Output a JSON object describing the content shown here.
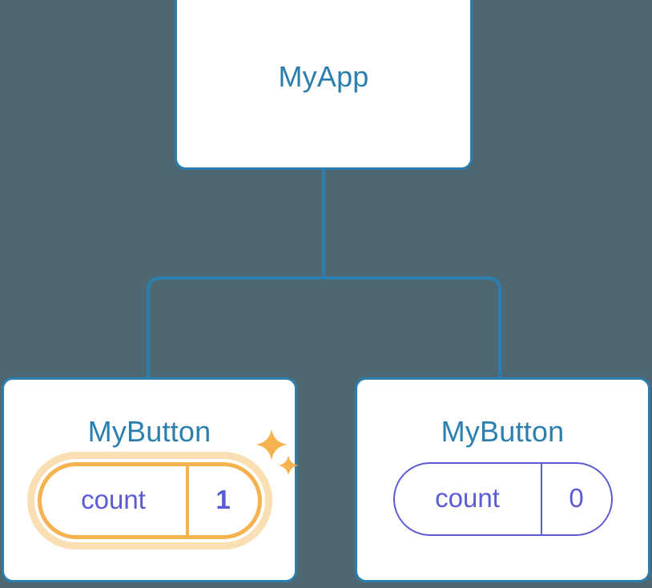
{
  "diagram": {
    "type": "component-tree",
    "background_color": "#4d6773",
    "node_border_color": "#2b7fae",
    "node_title_color": "#2b7fae",
    "state_color": "#5b5bd6",
    "highlight_color": "#f5b24e",
    "highlight_glow_color": "#fbdfb4",
    "connector_color": "#2b7fae"
  },
  "root": {
    "title": "MyApp"
  },
  "children": [
    {
      "title": "MyButton",
      "state": {
        "key": "count",
        "value": "1"
      },
      "highlighted": true,
      "sparkles": [
        {
          "name": "sparkle-large"
        },
        {
          "name": "sparkle-small"
        }
      ]
    },
    {
      "title": "MyButton",
      "state": {
        "key": "count",
        "value": "0"
      },
      "highlighted": false
    }
  ]
}
